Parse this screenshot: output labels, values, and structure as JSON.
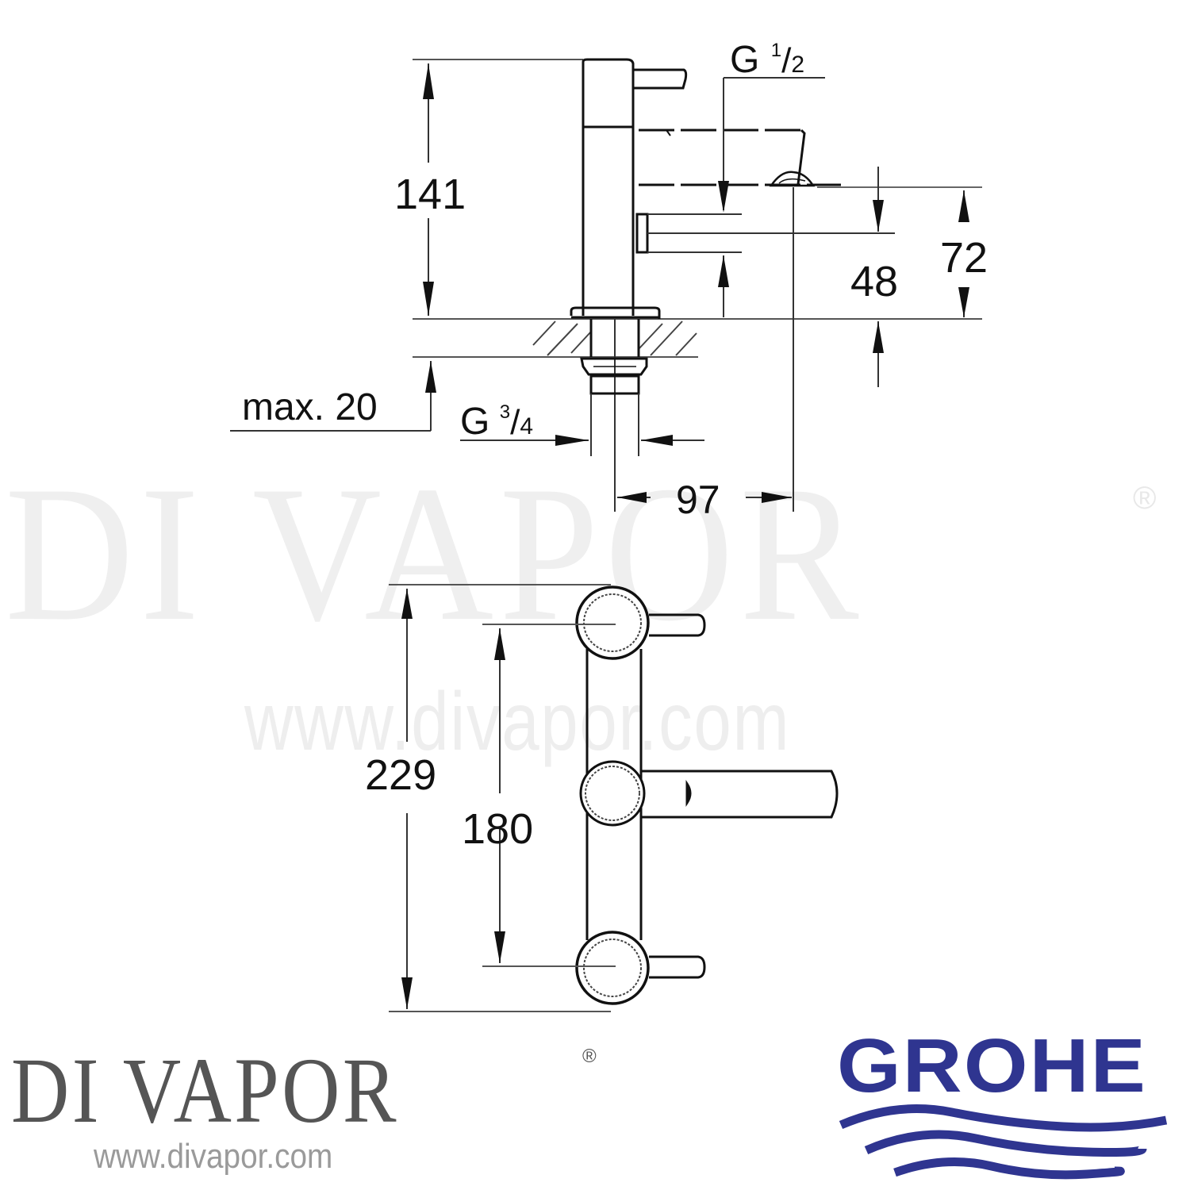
{
  "watermark": {
    "brand": "DI VAPOR",
    "registered_mark": "®",
    "url": "www.divapor.com"
  },
  "side_view": {
    "dimensions": {
      "overall_height": "141",
      "outlet_thread": "G",
      "outlet_thread_num": "1",
      "outlet_thread_den": "2",
      "inlet_height": "48",
      "spout_height": "72",
      "max_thickness": "max. 20",
      "inlet_thread": "G",
      "inlet_thread_num": "3",
      "inlet_thread_den": "4",
      "spout_projection": "97"
    }
  },
  "top_view": {
    "dimensions": {
      "overall_length": "229",
      "handle_centers": "180"
    }
  },
  "footer": {
    "divapor_logo": "DI VAPOR",
    "divapor_reg": "®",
    "divapor_url": "www.divapor.com",
    "grohe_logo": "GROHE",
    "grohe_color": "#2f3590"
  }
}
